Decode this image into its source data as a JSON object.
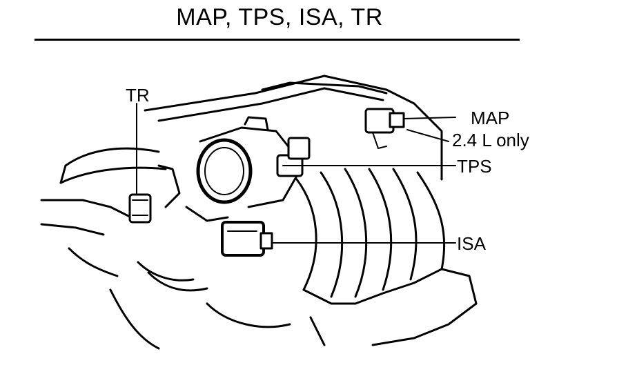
{
  "title": "MAP, TPS, ISA, TR",
  "callouts": {
    "tr": "TR",
    "map": "MAP",
    "map_note": "2.4 L only",
    "tps": "TPS",
    "isa": "ISA"
  },
  "colors": {
    "ink": "#000000",
    "paper": "#ffffff"
  }
}
